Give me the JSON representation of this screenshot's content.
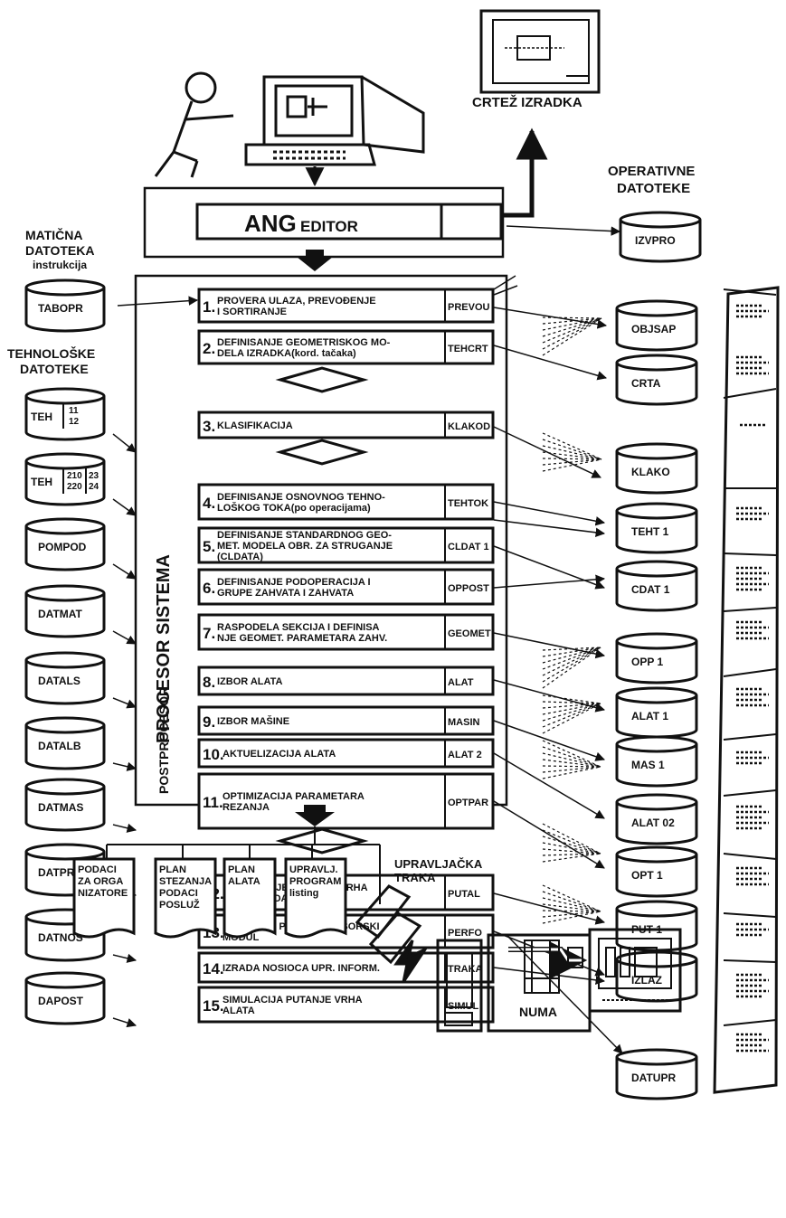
{
  "header": {
    "crtez_label": "CRTEŽ IZRADKA",
    "operativne_title": [
      "OPERATIVNE",
      "DATOTEKE"
    ],
    "maticna_title": [
      "MATIČNA",
      "DATOTEKA",
      "instrukcija"
    ],
    "tehnoloske_title": [
      "TEHNOLOŠKE",
      "DATOTEKE"
    ]
  },
  "editor": {
    "label_big": "ANG",
    "label_small": "EDITOR"
  },
  "vertical_labels": {
    "procesor": "PROCESOR  SISTEMA",
    "postprocesor": "POSTPROCESOR"
  },
  "steps": [
    {
      "num": "1.",
      "lines": [
        "PROVERA ULAZA, PREVOĐENJE",
        "I SORTIRANJE"
      ],
      "code": "PREVOU"
    },
    {
      "num": "2.",
      "lines": [
        "DEFINISANJE GEOMETRISKOG MO-",
        "DELA IZRADKA(kord. tačaka)"
      ],
      "code": "TEHCRT"
    },
    {
      "num": "3.",
      "lines": [
        "KLASIFIKACIJA"
      ],
      "code": "KLAKOD"
    },
    {
      "num": "4.",
      "lines": [
        "DEFINISANJE OSNOVNOG TEHNO-",
        "LOŠKOG TOKA(po operacijama)"
      ],
      "code": "TEHTOK"
    },
    {
      "num": "5.",
      "lines": [
        "DEFINISANJE STANDARDNOG GEO-",
        "MET. MODELA OBR. ZA STRUGANJE",
        "(CLDATA)"
      ],
      "code": "CLDAT 1"
    },
    {
      "num": "6.",
      "lines": [
        "DEFINISANJE PODOPERACIJA I",
        "GRUPE ZAHVATA I ZAHVATA"
      ],
      "code": "OPPOST"
    },
    {
      "num": "7.",
      "lines": [
        "RASPODELA SEKCIJA I DEFINISA",
        "NJE GEOMET. PARAMETARA ZAHV."
      ],
      "code": "GEOMET"
    },
    {
      "num": "8.",
      "lines": [
        "IZBOR ALATA"
      ],
      "code": "ALAT"
    },
    {
      "num": "9.",
      "lines": [
        "IZBOR MAŠINE"
      ],
      "code": "MASIN"
    },
    {
      "num": "10.",
      "lines": [
        "AKTUELIZACIJA ALATA"
      ],
      "code": "ALAT 2"
    },
    {
      "num": "11.",
      "lines": [
        "OPTIMIZACIJA PARAMETARA",
        "REZANJA"
      ],
      "code": "OPTPAR"
    },
    {
      "num": "12.",
      "lines": [
        "DEFINISANJE PUTANJE VRHA",
        "ALATA (CLDATA 2)"
      ],
      "code": "PUTAL"
    },
    {
      "num": "13.",
      "lines": [
        "SISTEMSKI POSTPROCESORSKI",
        "MODUL"
      ],
      "code": "PERFO"
    },
    {
      "num": "14.",
      "lines": [
        "IZRADA NOSIOCA UPR. INFORM."
      ],
      "code": "TRAKA"
    },
    {
      "num": "15.",
      "lines": [
        "SIMULACIJA PUTANJE VRHA",
        "ALATA"
      ],
      "code": "SIMUL"
    }
  ],
  "left_files": [
    "TABOPR",
    "TEH",
    "TEH",
    "POMPOD",
    "DATMAT",
    "DATALS",
    "DATALB",
    "DATMAS",
    "DATPRI",
    "DATNOS",
    "DAPOST"
  ],
  "teh_subs": [
    [
      "11",
      "12"
    ],
    [
      "210",
      "220",
      "23",
      "24"
    ]
  ],
  "right_files": [
    "IZVPRO",
    "OBJSAP",
    "CRTA",
    "KLAKO",
    "TEHT 1",
    "CDAT 1",
    "OPP 1",
    "ALAT 1",
    "MAS 1",
    "ALAT 02",
    "OPT 1",
    "PUT 1",
    "IZLAZ",
    "DATUPR"
  ],
  "outputs": [
    [
      "PODACI",
      "ZA ORGA",
      "NIZATORE"
    ],
    [
      "PLAN",
      "STEZANJA",
      "PODACI",
      "POSLUŽ"
    ],
    [
      "PLAN",
      "ALATA"
    ],
    [
      "UPRAVLJ.",
      "PROGRAM",
      "listing"
    ]
  ],
  "upravljacka": [
    "UPRAVLJAČKA",
    "TRAKA"
  ],
  "machine_label": "NUMA"
}
